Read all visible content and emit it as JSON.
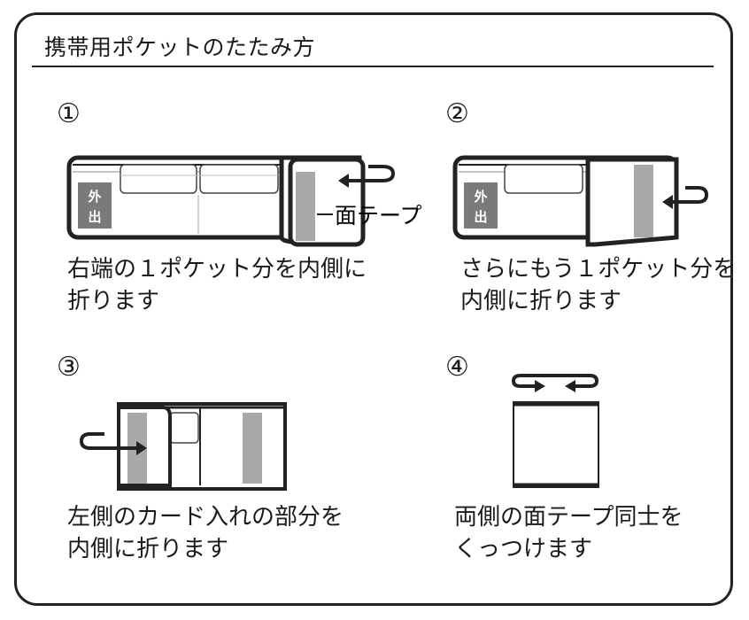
{
  "title": "携帯用ポケットのたたみ方",
  "steps": [
    {
      "number": "①",
      "line1": "右端の１ポケット分を内側に",
      "line2": "折ります",
      "badge_top": "外",
      "badge_bottom": "出",
      "tape_label": "面テープ"
    },
    {
      "number": "②",
      "line1": "さらにもう１ポケット分を",
      "line2": "内側に折ります",
      "badge_top": "外",
      "badge_bottom": "出"
    },
    {
      "number": "③",
      "line1": "左側のカード入れの部分を",
      "line2": "内側に折ります"
    },
    {
      "number": "④",
      "line1": "両側の面テープ同士を",
      "line2": "くっつけます"
    }
  ],
  "colors": {
    "tape": "#a9a9a9",
    "outline": "#222222",
    "badge": "#7a7a7a"
  }
}
